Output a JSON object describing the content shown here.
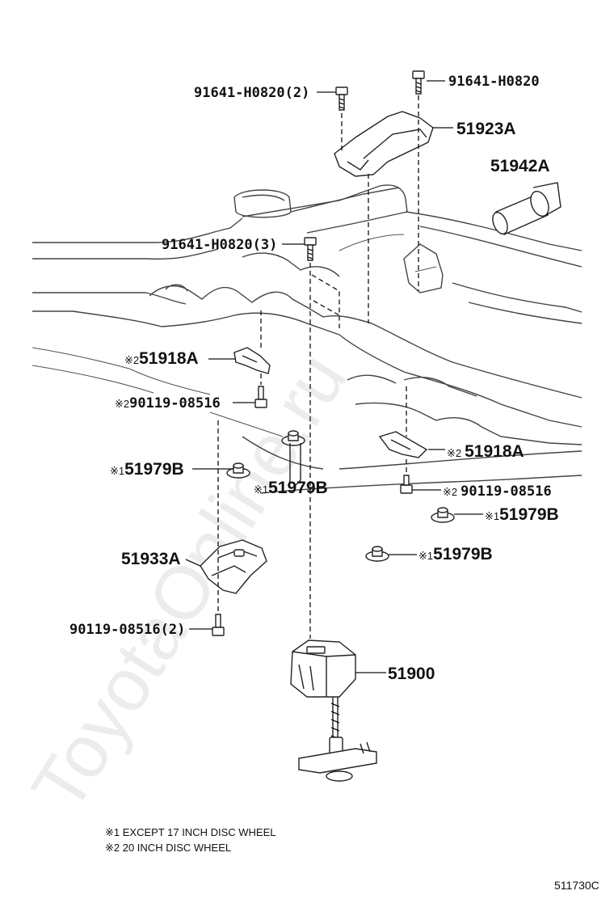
{
  "watermark": "ToyotaOnline.ru",
  "callouts": [
    {
      "id": "c1",
      "mark": "",
      "part_no": "91641-H0820",
      "qty": "(2)"
    },
    {
      "id": "c2",
      "mark": "",
      "part_no": "91641-H0820",
      "qty": ""
    },
    {
      "id": "c3",
      "mark": "",
      "part_no": "51923A",
      "qty": ""
    },
    {
      "id": "c4",
      "mark": "",
      "part_no": "51942A",
      "qty": ""
    },
    {
      "id": "c5",
      "mark": "",
      "part_no": "91641-H0820",
      "qty": "(3)"
    },
    {
      "id": "c6",
      "mark": "※2",
      "part_no": "51918A",
      "qty": ""
    },
    {
      "id": "c7",
      "mark": "※2",
      "part_no": "90119-08516",
      "qty": ""
    },
    {
      "id": "c8",
      "mark": "※2",
      "part_no": "51918A",
      "qty": ""
    },
    {
      "id": "c9",
      "mark": "※1",
      "part_no": "51979B",
      "qty": ""
    },
    {
      "id": "c10",
      "mark": "※1",
      "part_no": "51979B",
      "qty": ""
    },
    {
      "id": "c11",
      "mark": "※2",
      "part_no": "90119-08516",
      "qty": ""
    },
    {
      "id": "c12",
      "mark": "※1",
      "part_no": "51979B",
      "qty": ""
    },
    {
      "id": "c13",
      "mark": "",
      "part_no": "51933A",
      "qty": ""
    },
    {
      "id": "c14",
      "mark": "※1",
      "part_no": "51979B",
      "qty": ""
    },
    {
      "id": "c15",
      "mark": "",
      "part_no": "90119-08516",
      "qty": "(2)"
    },
    {
      "id": "c16",
      "mark": "",
      "part_no": "51900",
      "qty": ""
    }
  ],
  "notes": [
    "※1 EXCEPT 17 INCH DISC WHEEL",
    "※2 20 INCH DISC WHEEL"
  ],
  "diagram_code": "511730C"
}
